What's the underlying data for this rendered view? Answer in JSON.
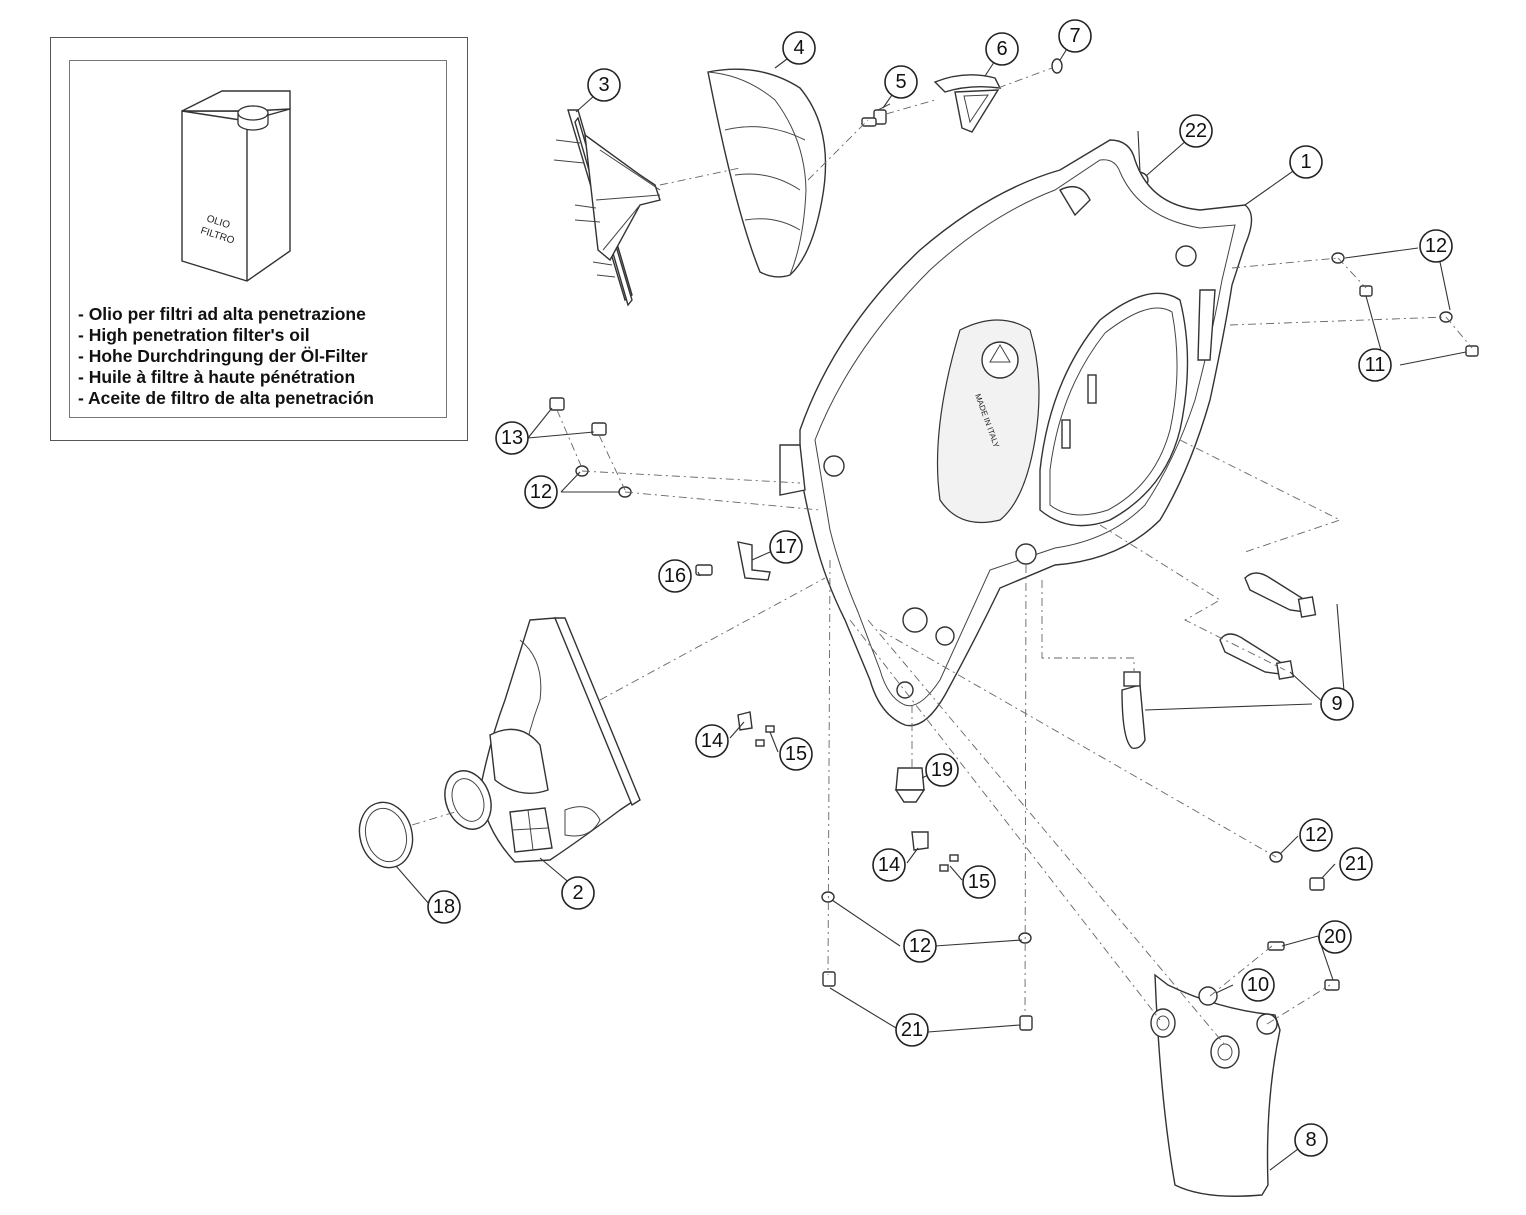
{
  "legend": {
    "can_label": "OLIO\nFILTRO",
    "can_label_line1": "OLIO",
    "can_label_line2": "FILTRO",
    "lines": [
      "- Olio per filtri ad alta penetrazione",
      "- High penetration filter's oil",
      "- Hohe Durchdringung der Öl-Filter",
      "- Huile à filtre à haute pénétration",
      "- Aceite de filtro de alta penetración"
    ]
  },
  "part_stamp": {
    "line1": "MADE IN ITALY"
  },
  "callouts": [
    "1",
    "2",
    "3",
    "4",
    "5",
    "6",
    "7",
    "8",
    "9",
    "10",
    "11",
    "12",
    "13",
    "14",
    "15",
    "16",
    "17",
    "18",
    "19",
    "20",
    "21",
    "22"
  ]
}
